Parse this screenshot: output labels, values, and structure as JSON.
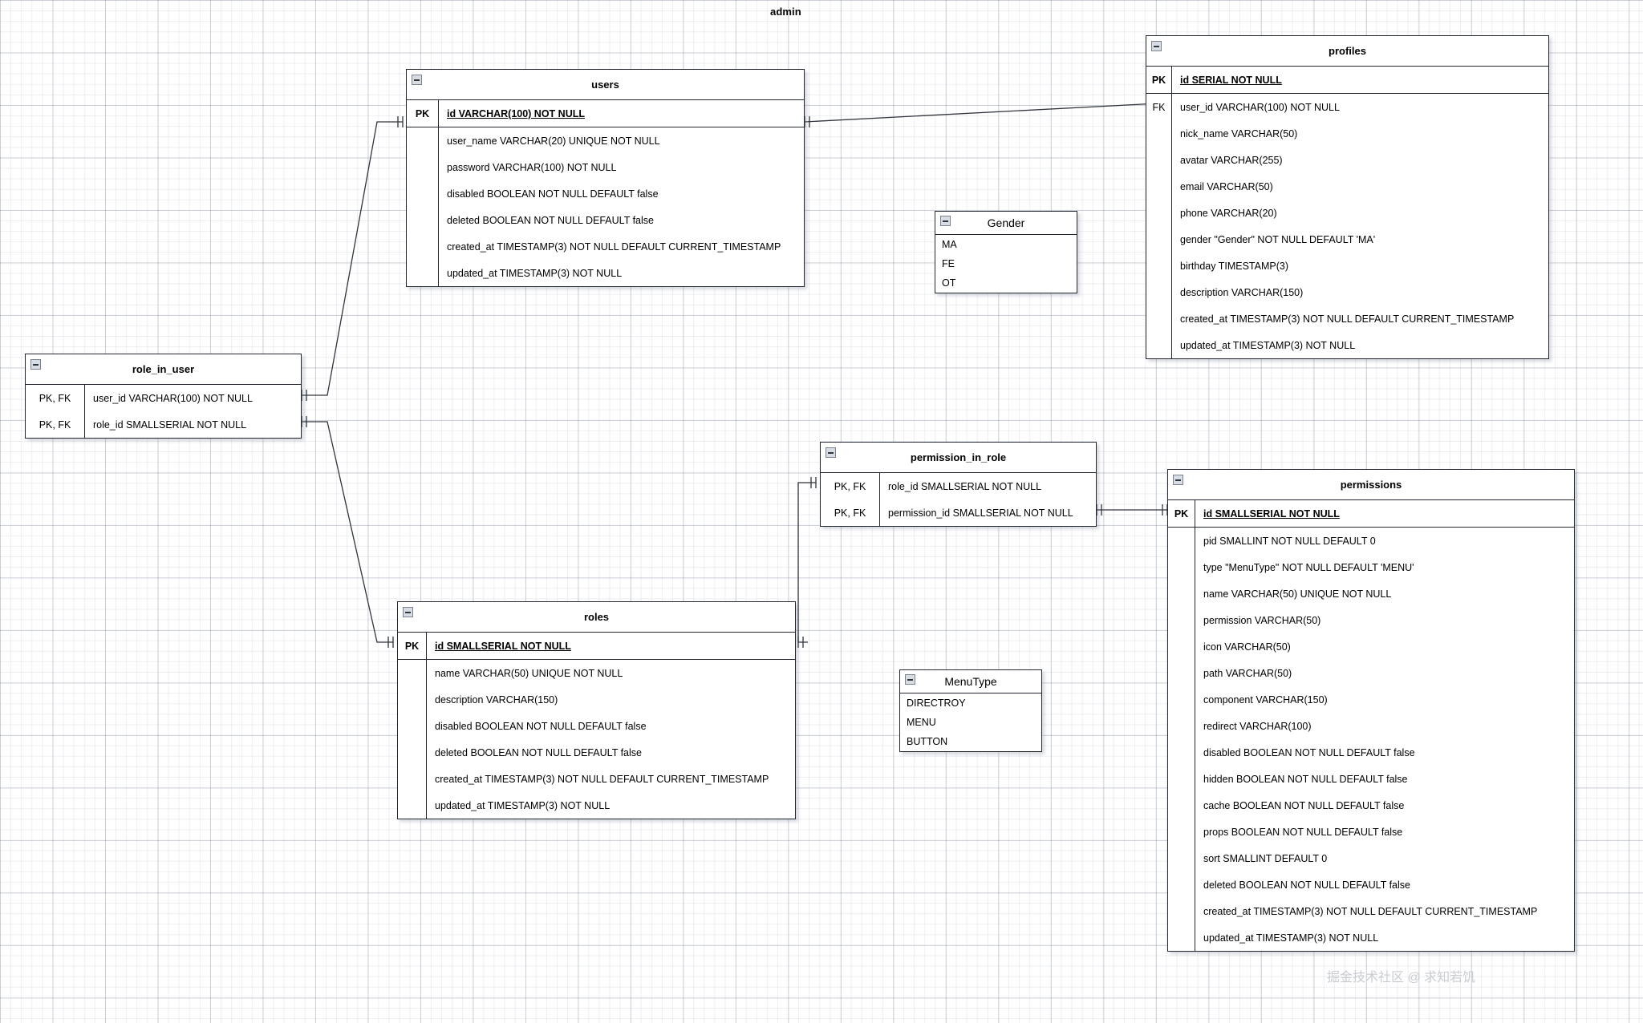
{
  "diagram": {
    "title": "admin",
    "watermark": "掘金技术社区 @ 求知若饥"
  },
  "entities": [
    {
      "name": "users",
      "rows": [
        {
          "key": "PK",
          "attr": "id VARCHAR(100) NOT NULL",
          "is_pk": true
        },
        {
          "key": "",
          "attr": "user_name VARCHAR(20) UNIQUE NOT NULL",
          "is_pk": false
        },
        {
          "key": "",
          "attr": "password VARCHAR(100) NOT NULL",
          "is_pk": false
        },
        {
          "key": "",
          "attr": "disabled BOOLEAN NOT NULL DEFAULT false",
          "is_pk": false
        },
        {
          "key": "",
          "attr": "deleted BOOLEAN NOT NULL DEFAULT false",
          "is_pk": false
        },
        {
          "key": "",
          "attr": "created_at TIMESTAMP(3) NOT NULL DEFAULT CURRENT_TIMESTAMP",
          "is_pk": false
        },
        {
          "key": "",
          "attr": "updated_at TIMESTAMP(3) NOT NULL",
          "is_pk": false
        }
      ]
    },
    {
      "name": "profiles",
      "rows": [
        {
          "key": "PK",
          "attr": "id SERIAL NOT NULL",
          "is_pk": true
        },
        {
          "key": "FK",
          "attr": "user_id VARCHAR(100) NOT NULL",
          "is_pk": false
        },
        {
          "key": "",
          "attr": "nick_name VARCHAR(50)",
          "is_pk": false
        },
        {
          "key": "",
          "attr": "avatar VARCHAR(255)",
          "is_pk": false
        },
        {
          "key": "",
          "attr": "email VARCHAR(50)",
          "is_pk": false
        },
        {
          "key": "",
          "attr": "phone VARCHAR(20)",
          "is_pk": false
        },
        {
          "key": "",
          "attr": "gender \"Gender\" NOT NULL DEFAULT 'MA'",
          "is_pk": false
        },
        {
          "key": "",
          "attr": "birthday TIMESTAMP(3)",
          "is_pk": false
        },
        {
          "key": "",
          "attr": "description VARCHAR(150)",
          "is_pk": false
        },
        {
          "key": "",
          "attr": "created_at TIMESTAMP(3) NOT NULL DEFAULT CURRENT_TIMESTAMP",
          "is_pk": false
        },
        {
          "key": "",
          "attr": "updated_at TIMESTAMP(3) NOT NULL",
          "is_pk": false
        }
      ]
    },
    {
      "name": "role_in_user",
      "rows": [
        {
          "key": "PK, FK",
          "attr": "user_id VARCHAR(100) NOT NULL",
          "is_pk": false
        },
        {
          "key": "PK, FK",
          "attr": "role_id SMALLSERIAL NOT NULL",
          "is_pk": false
        }
      ]
    },
    {
      "name": "permission_in_role",
      "rows": [
        {
          "key": "PK, FK",
          "attr": "role_id SMALLSERIAL NOT NULL",
          "is_pk": false
        },
        {
          "key": "PK, FK",
          "attr": "permission_id SMALLSERIAL NOT NULL",
          "is_pk": false
        }
      ]
    },
    {
      "name": "roles",
      "rows": [
        {
          "key": "PK",
          "attr": "id SMALLSERIAL NOT NULL",
          "is_pk": true
        },
        {
          "key": "",
          "attr": "name VARCHAR(50) UNIQUE NOT NULL",
          "is_pk": false
        },
        {
          "key": "",
          "attr": "description VARCHAR(150)",
          "is_pk": false
        },
        {
          "key": "",
          "attr": "disabled BOOLEAN NOT NULL DEFAULT false",
          "is_pk": false
        },
        {
          "key": "",
          "attr": "deleted BOOLEAN NOT NULL DEFAULT false",
          "is_pk": false
        },
        {
          "key": "",
          "attr": "created_at TIMESTAMP(3) NOT NULL DEFAULT CURRENT_TIMESTAMP",
          "is_pk": false
        },
        {
          "key": "",
          "attr": "updated_at TIMESTAMP(3) NOT NULL",
          "is_pk": false
        }
      ]
    },
    {
      "name": "permissions",
      "rows": [
        {
          "key": "PK",
          "attr": "id SMALLSERIAL NOT NULL",
          "is_pk": true
        },
        {
          "key": "",
          "attr": "pid SMALLINT NOT NULL DEFAULT 0",
          "is_pk": false
        },
        {
          "key": "",
          "attr": "type \"MenuType\" NOT NULL DEFAULT 'MENU'",
          "is_pk": false
        },
        {
          "key": "",
          "attr": "name VARCHAR(50) UNIQUE NOT NULL",
          "is_pk": false
        },
        {
          "key": "",
          "attr": "permission VARCHAR(50)",
          "is_pk": false
        },
        {
          "key": "",
          "attr": "icon VARCHAR(50)",
          "is_pk": false
        },
        {
          "key": "",
          "attr": "path VARCHAR(50)",
          "is_pk": false
        },
        {
          "key": "",
          "attr": "component VARCHAR(150)",
          "is_pk": false
        },
        {
          "key": "",
          "attr": "redirect VARCHAR(100)",
          "is_pk": false
        },
        {
          "key": "",
          "attr": "disabled BOOLEAN NOT NULL DEFAULT false",
          "is_pk": false
        },
        {
          "key": "",
          "attr": "hidden BOOLEAN NOT NULL DEFAULT false",
          "is_pk": false
        },
        {
          "key": "",
          "attr": "cache BOOLEAN NOT NULL DEFAULT false",
          "is_pk": false
        },
        {
          "key": "",
          "attr": "props BOOLEAN NOT NULL DEFAULT false",
          "is_pk": false
        },
        {
          "key": "",
          "attr": "sort SMALLINT DEFAULT 0",
          "is_pk": false
        },
        {
          "key": "",
          "attr": "deleted BOOLEAN NOT NULL DEFAULT false",
          "is_pk": false
        },
        {
          "key": "",
          "attr": "created_at TIMESTAMP(3) NOT NULL DEFAULT CURRENT_TIMESTAMP",
          "is_pk": false
        },
        {
          "key": "",
          "attr": "updated_at TIMESTAMP(3) NOT NULL",
          "is_pk": false
        }
      ]
    }
  ],
  "enums": [
    {
      "name": "Gender",
      "values": [
        "MA",
        "FE",
        "OT"
      ]
    },
    {
      "name": "MenuType",
      "values": [
        "DIRECTROY",
        "MENU",
        "BUTTON"
      ]
    }
  ]
}
